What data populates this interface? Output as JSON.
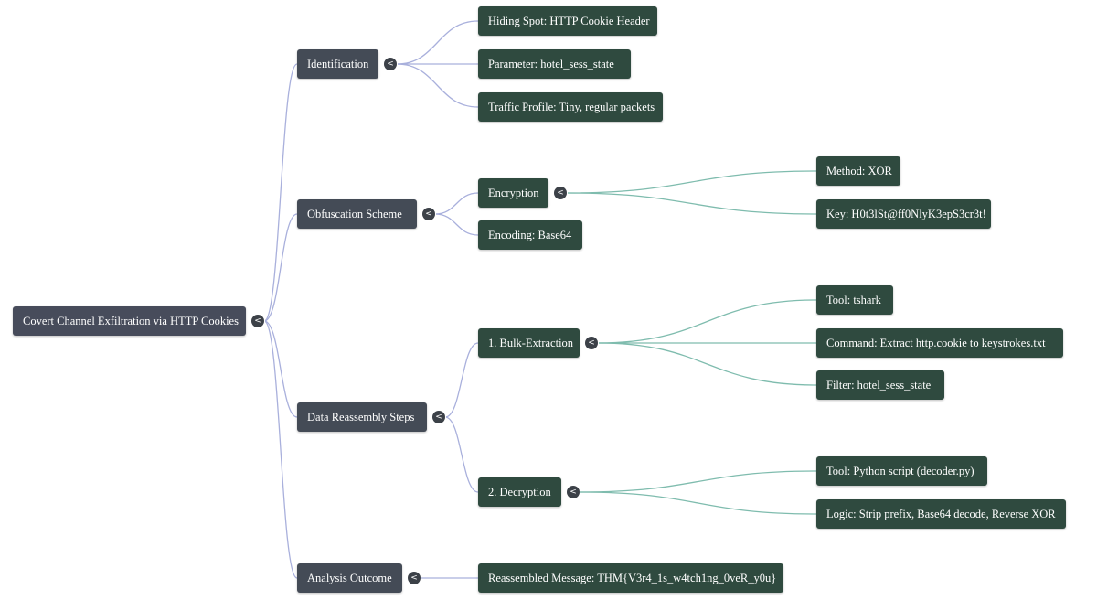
{
  "colors": {
    "root_fill": "#474c5b",
    "branch_fill": "#444b56",
    "leaf_fill": "#2f4a3f",
    "branch_link": "#a9b0dc",
    "leaf_link": "#7fbcae",
    "toggle_fill": "#3c4148",
    "text": "#ffffff"
  },
  "icons": {
    "toggle_icon": "collapse-chevron-icon",
    "toggle_glyph": "<"
  },
  "mindmap": {
    "root": "Covert Channel Exfiltration via HTTP Cookies",
    "branches": [
      {
        "label": "Identification",
        "children": [
          {
            "label": "Hiding Spot: HTTP Cookie Header"
          },
          {
            "label": "Parameter: hotel_sess_state"
          },
          {
            "label": "Traffic Profile: Tiny, regular packets"
          }
        ]
      },
      {
        "label": "Obfuscation Scheme",
        "children": [
          {
            "label": "Encryption",
            "children": [
              {
                "label": "Method: XOR"
              },
              {
                "label": "Key: H0t3lSt@ff0NlyK3epS3cr3t!"
              }
            ]
          },
          {
            "label": "Encoding: Base64"
          }
        ]
      },
      {
        "label": "Data Reassembly Steps",
        "children": [
          {
            "label": "1. Bulk-Extraction",
            "children": [
              {
                "label": "Tool: tshark"
              },
              {
                "label": "Command: Extract http.cookie to keystrokes.txt"
              },
              {
                "label": "Filter: hotel_sess_state"
              }
            ]
          },
          {
            "label": "2. Decryption",
            "children": [
              {
                "label": "Tool: Python script (decoder.py)"
              },
              {
                "label": "Logic: Strip prefix, Base64 decode, Reverse XOR"
              }
            ]
          }
        ]
      },
      {
        "label": "Analysis Outcome",
        "children": [
          {
            "label": "Reassembled Message: THM{V3r4_1s_w4tch1ng_0veR_y0u}"
          }
        ]
      }
    ]
  }
}
